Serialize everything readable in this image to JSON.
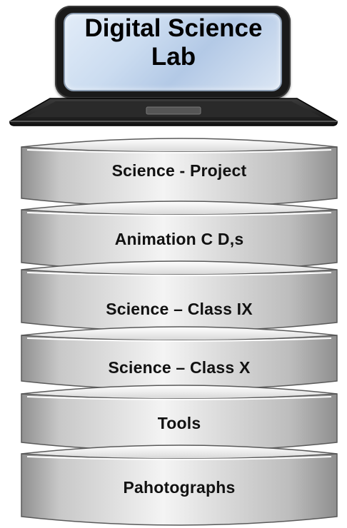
{
  "title": "Digital Science\nLab",
  "menu_items": [
    {
      "label": "Science - Project"
    },
    {
      "label": "Animation C D,s"
    },
    {
      "label": "Science – Class IX"
    },
    {
      "label": "Science – Class X"
    },
    {
      "label": "Tools"
    },
    {
      "label": "Pahotographs"
    }
  ],
  "colors": {
    "screen_gradient_light": "#e2ecf8",
    "screen_gradient_dark": "#b3c9e6",
    "disk_light": "#f4f4f4",
    "disk_dark": "#8f8f8f"
  }
}
